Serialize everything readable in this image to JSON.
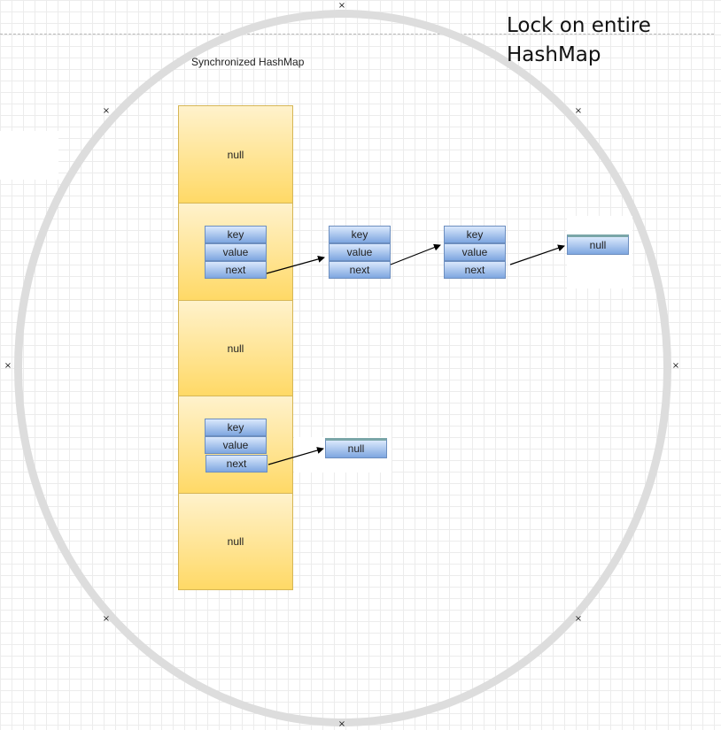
{
  "title": "Synchronized HashMap",
  "lock_label_line1": "Lock on entire",
  "lock_label_line2": "HashMap",
  "handle_glyph": "×",
  "buckets": [
    {
      "label": "null"
    },
    {
      "entry": {
        "key": "key",
        "value": "value",
        "next": "next"
      }
    },
    {
      "label": "null"
    },
    {
      "entry": {
        "key": "key",
        "value": "value",
        "next": "next"
      }
    },
    {
      "label": "null"
    }
  ],
  "chain_a": [
    {
      "key": "key",
      "value": "value",
      "next": "next"
    },
    {
      "key": "key",
      "value": "value",
      "next": "next"
    }
  ],
  "chain_a_end": "null",
  "chain_b_end": "null",
  "colors": {
    "bucket_fill_top": "#fff2cc",
    "bucket_fill_bottom": "#ffd966",
    "bucket_border": "#d6b656",
    "node_fill_top": "#dae8fc",
    "node_fill_bottom": "#7ea6e0",
    "node_border": "#6c8ebf",
    "lock_ring": "#dddddd"
  }
}
